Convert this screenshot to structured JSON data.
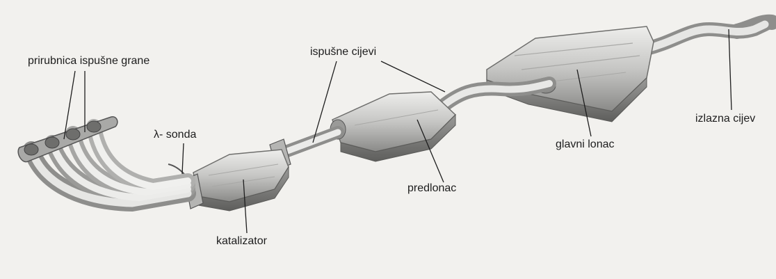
{
  "labels": {
    "manifold_flange": "prirubnica ispušne grane",
    "lambda_sensor": "λ- sonda",
    "exhaust_pipes": "ispušne cijevi",
    "catalyst": "katalizator",
    "pre_muffler": "predlonac",
    "main_muffler": "glavni lonac",
    "outlet_pipe": "izlazna cijev"
  },
  "colors": {
    "background": "#f2f1ee",
    "metal_light": "#e2e2e0",
    "metal_mid": "#b9b9b7",
    "metal_dark": "#7a7a78",
    "leader_line": "#1d1d1d"
  }
}
